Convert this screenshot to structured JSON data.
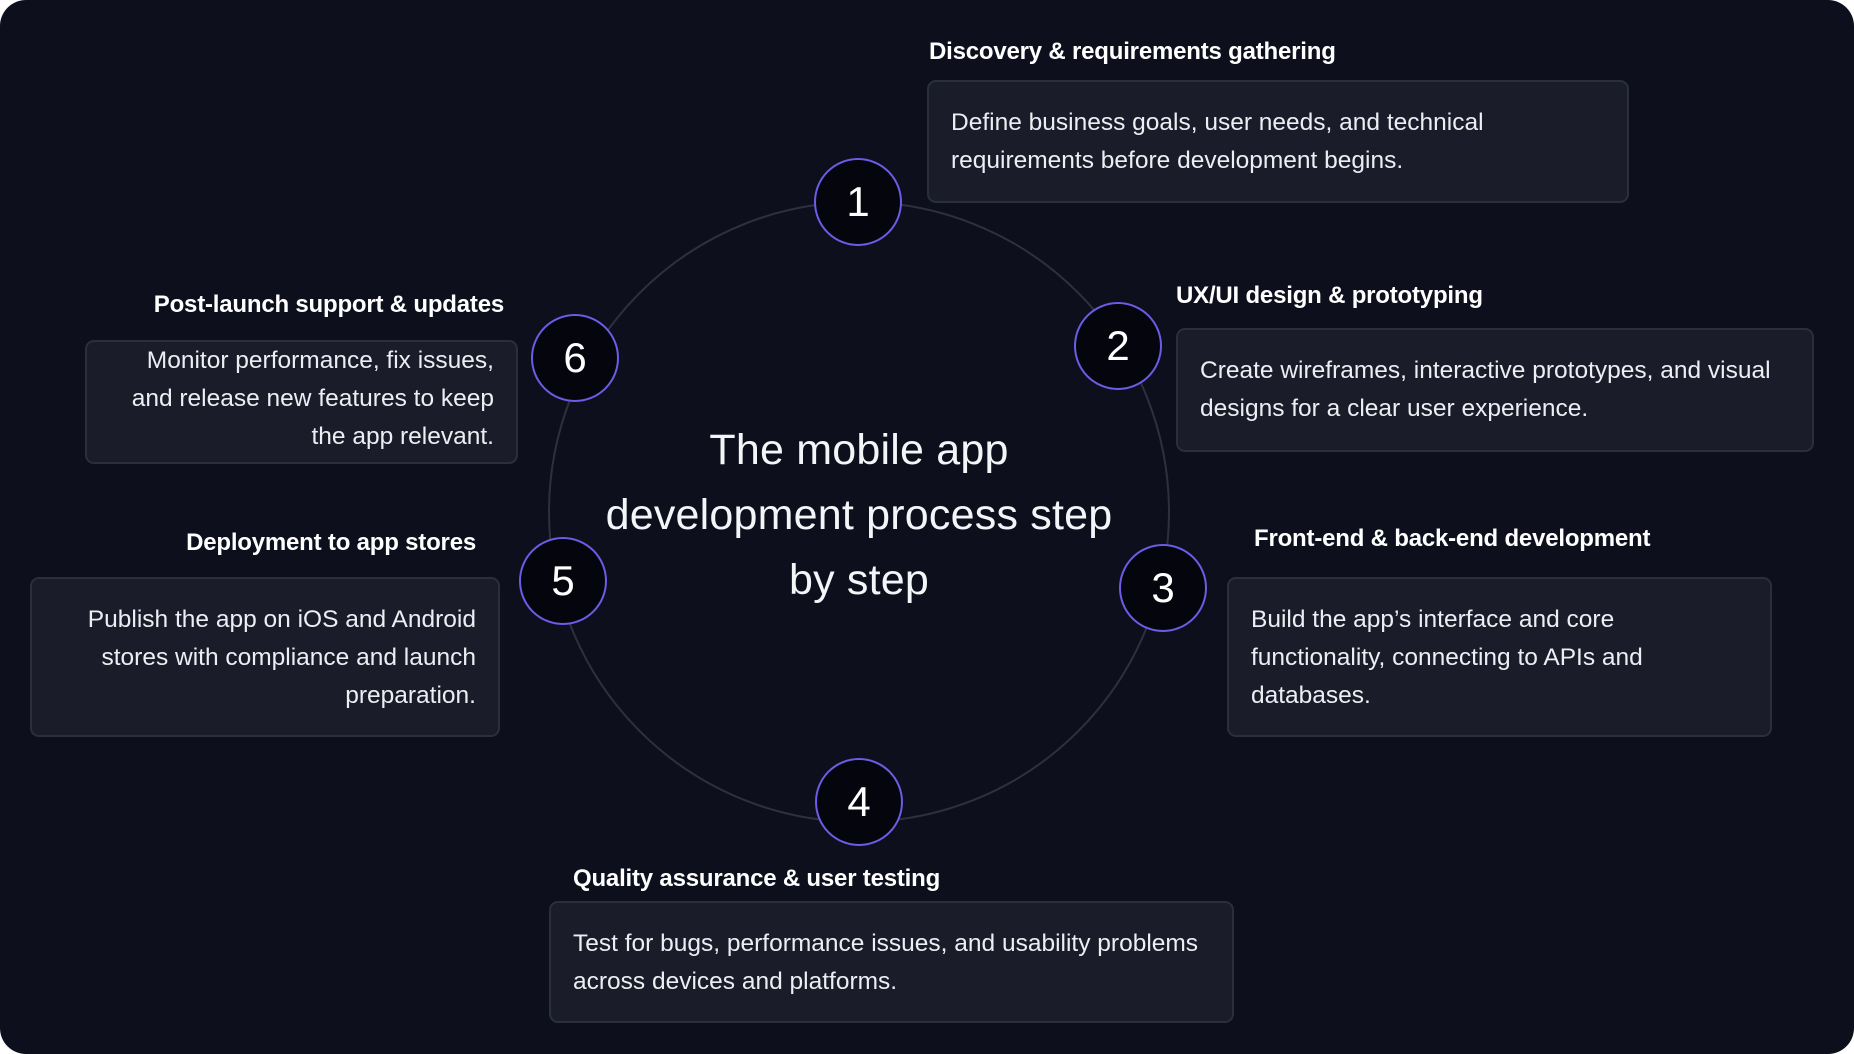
{
  "diagram": {
    "title": "The mobile app development process step by step",
    "title_lines": [
      "The mobile app",
      "development process step",
      "by step"
    ],
    "colors": {
      "background": "#0d0f1c",
      "card_background": "#1a1c29",
      "card_border": "#2b2e3c",
      "badge_border": "#6c5ce7",
      "badge_fill": "#05060d",
      "ring": "#2e3040",
      "text": "#ffffff"
    },
    "steps": [
      {
        "number": "1",
        "title": "Discovery & requirements gathering",
        "description": "Define business goals, user needs, and technical requirements before development begins."
      },
      {
        "number": "2",
        "title": "UX/UI design & prototyping",
        "description": "Create wireframes, interactive prototypes, and visual designs for a clear user experience."
      },
      {
        "number": "3",
        "title": "Front-end & back-end development",
        "description": "Build the app’s interface and core functionality, connecting to APIs and databases."
      },
      {
        "number": "4",
        "title": "Quality assurance & user testing",
        "description": "Test for bugs, performance issues, and usability problems across devices and platforms."
      },
      {
        "number": "5",
        "title": "Deployment to app stores",
        "description": "Publish the app on iOS and Android stores with compliance and launch preparation."
      },
      {
        "number": "6",
        "title": "Post-launch support & updates",
        "description": "Monitor performance, fix issues, and release new features to keep the app relevant."
      }
    ]
  }
}
